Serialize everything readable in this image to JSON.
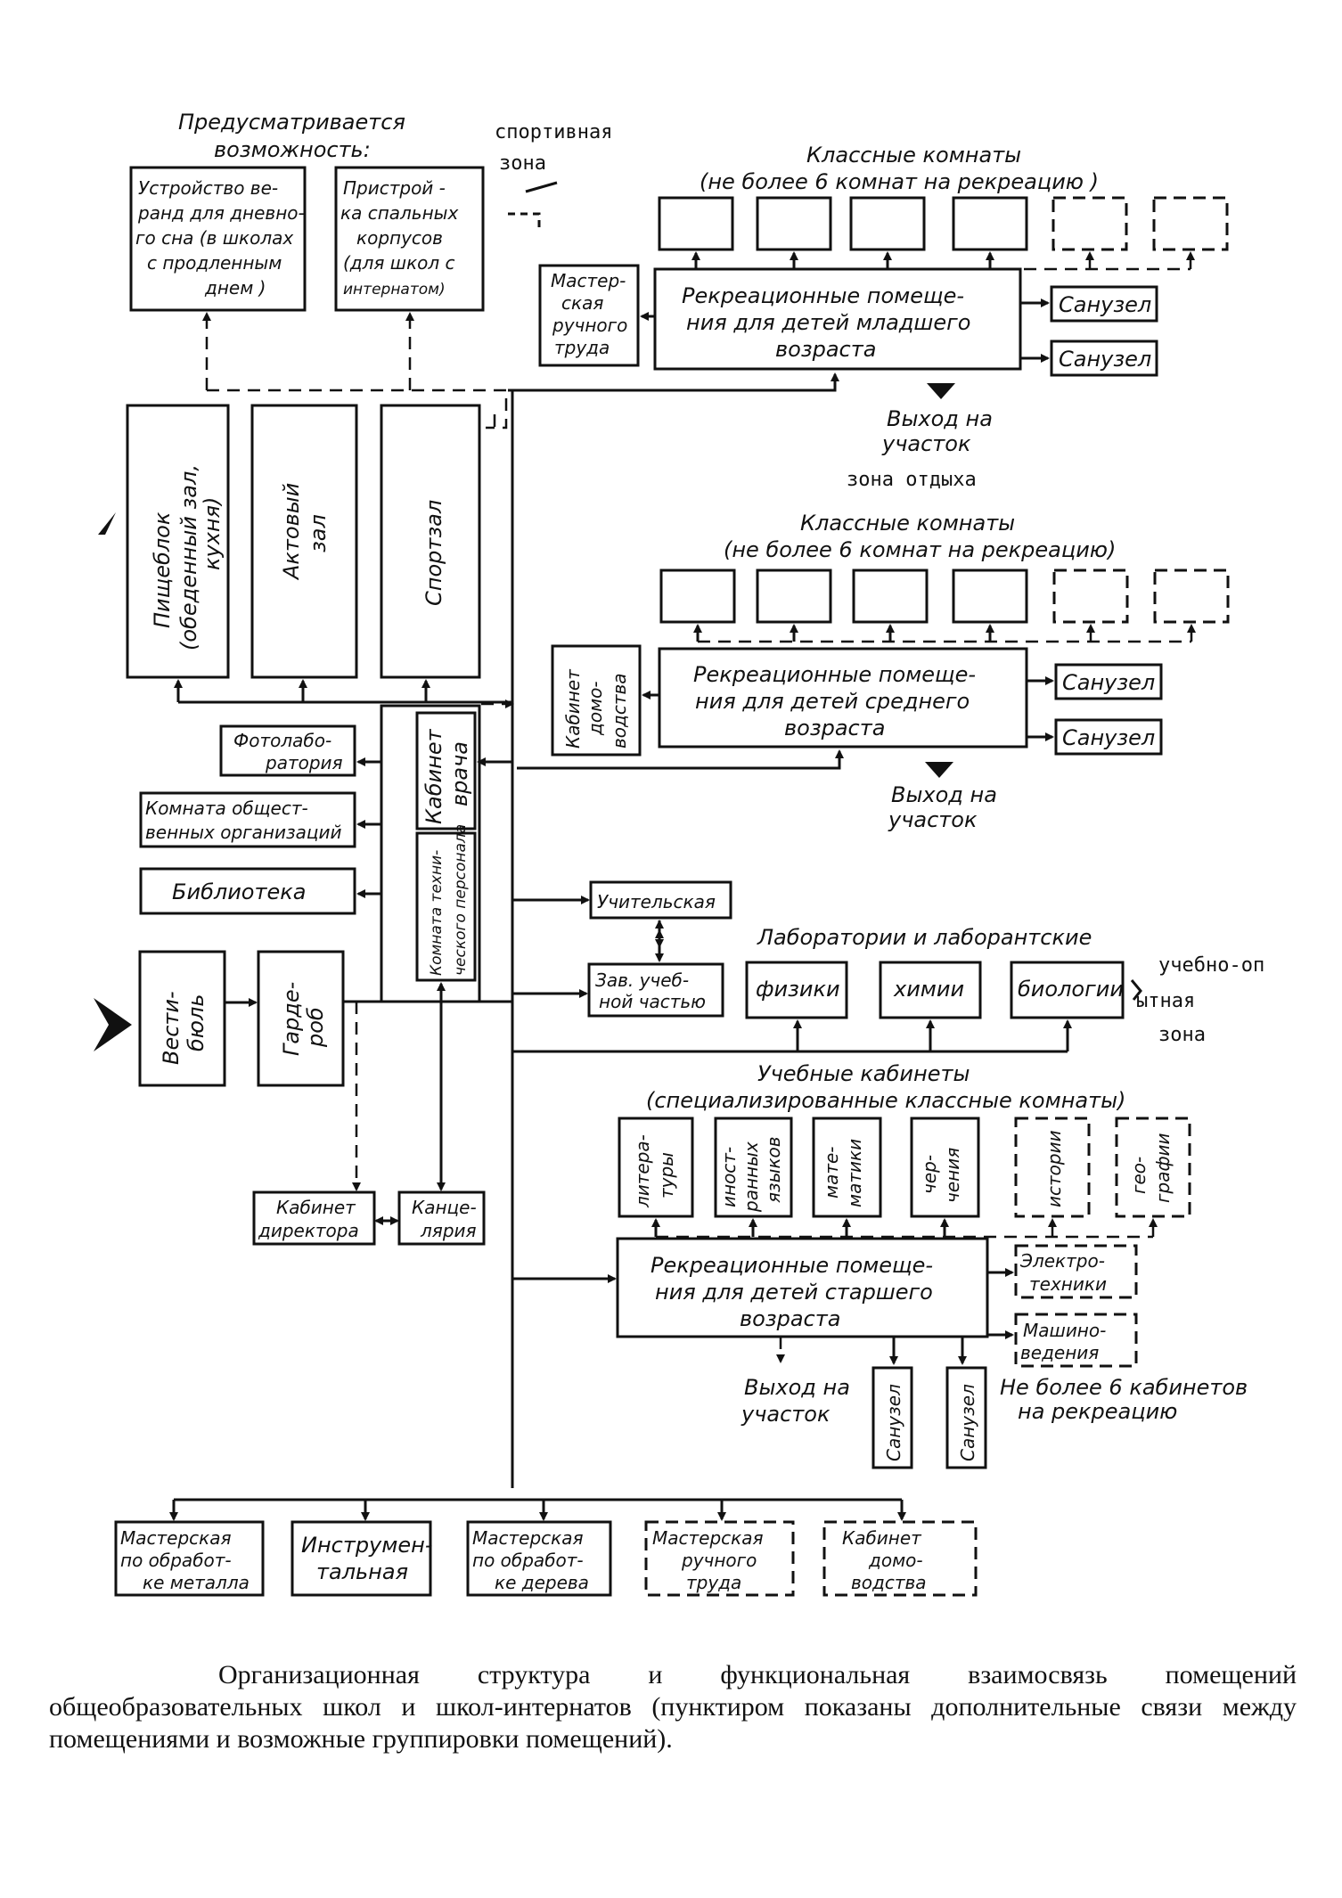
{
  "header": {
    "possibility_l1": "Предусматривается",
    "possibility_l2": "возможность:",
    "sport_zone_l1": "спортивная",
    "sport_zone_l2": "зона"
  },
  "top": {
    "verandas": [
      "Устройство ве-",
      "ранд для дневно-",
      "го сна (в школах",
      "с продленным",
      "днем )"
    ],
    "dorms": [
      "Пристрой -",
      "ка спальных",
      "корпусов",
      "(для школ с",
      "интернатом)"
    ]
  },
  "junior": {
    "title_l1": "Классные комнаты",
    "title_l2": "(не более 6 комнат на рекреацию )",
    "workshop": [
      "Мастер-",
      "ская",
      "ручного",
      "труда"
    ],
    "recreation": [
      "Рекреационные помеще-",
      "ния для детей младшего",
      "возраста"
    ],
    "wc1": "Санузел",
    "wc2": "Санузел",
    "exit_l1": "Выход на",
    "exit_l2": "участок",
    "rest_zone": "зона отдыха"
  },
  "middle": {
    "title_l1": "Классные комнаты",
    "title_l2": "(не более 6 комнат на рекреацию)",
    "home": [
      "Кабинет",
      "домо-",
      "водства"
    ],
    "recreation": [
      "Рекреационные помеще-",
      "ния для детей среднего",
      "возраста"
    ],
    "wc1": "Санузел",
    "wc2": "Санузел",
    "exit_l1": "Выход на",
    "exit_l2": "участок"
  },
  "halls": {
    "canteen": [
      "Пищеблок",
      "(обеденный зал,",
      "кухня)"
    ],
    "assembly": [
      "Актовый",
      "зал"
    ],
    "gym": "Спортзал"
  },
  "left": {
    "photolab": [
      "Фотолабо-",
      "ратория"
    ],
    "public": [
      "Комната общест-",
      "венных организаций"
    ],
    "library": "Библиотека",
    "doctor": [
      "Кабинет",
      "врача"
    ],
    "tech_staff": [
      "Комната техни-",
      "ческого персонала"
    ],
    "vestibule": [
      "Вести-",
      "бюль"
    ],
    "wardrobe": [
      "Гарде-",
      "роб"
    ],
    "director": [
      "Кабинет",
      "директора"
    ],
    "office": [
      "Канце-",
      "лярия"
    ]
  },
  "labs": {
    "teachers": "Учительская",
    "head_teacher": [
      "Зав. учеб-",
      "ной частью"
    ],
    "title": "Лаборатории и лаборантские",
    "physics": "физики",
    "chemistry": "химии",
    "biology": "биологии",
    "zone_l1": "учебно-оп",
    "zone_l2": "ытная",
    "zone_l3": "зона"
  },
  "senior": {
    "title_l1": "Учебные кабинеты",
    "title_l2": "(специализированные классные комнаты)",
    "literature": [
      "литера-",
      "туры"
    ],
    "languages": [
      "иност-",
      "ранных",
      "языков"
    ],
    "math": [
      "мате-",
      "матики"
    ],
    "drawing": [
      "чер-",
      "чения"
    ],
    "history": "истории",
    "geography": [
      "гео-",
      "графии"
    ],
    "recreation": [
      "Рекреационные помеще-",
      "ния для детей старшего",
      "возраста"
    ],
    "electro": [
      "Электро-",
      "техники"
    ],
    "machine": [
      "Машино-",
      "ведения"
    ],
    "limit_l1": "Не более 6 кабинетов",
    "limit_l2": "на рекреацию",
    "exit_l1": "Выход на",
    "exit_l2": "участок",
    "wc1": "Санузел",
    "wc2": "Санузел"
  },
  "bottom": {
    "metal": [
      "Мастерская",
      "по обработ-",
      "ке металла"
    ],
    "tools": [
      "Инструмен-",
      "тальная"
    ],
    "wood": [
      "Мастерская",
      "по обработ-",
      "ке дерева"
    ],
    "manual": [
      "Мастерская",
      "ручного",
      "труда"
    ],
    "home": [
      "Кабинет",
      "домо-",
      "водства"
    ]
  },
  "caption": "Организационная структура и функциональная взаимосвязь помещений общеобразовательных школ и школ-интернатов (пунктиром показаны дополнительные связи между помещениями и возможные группировки помещений)."
}
